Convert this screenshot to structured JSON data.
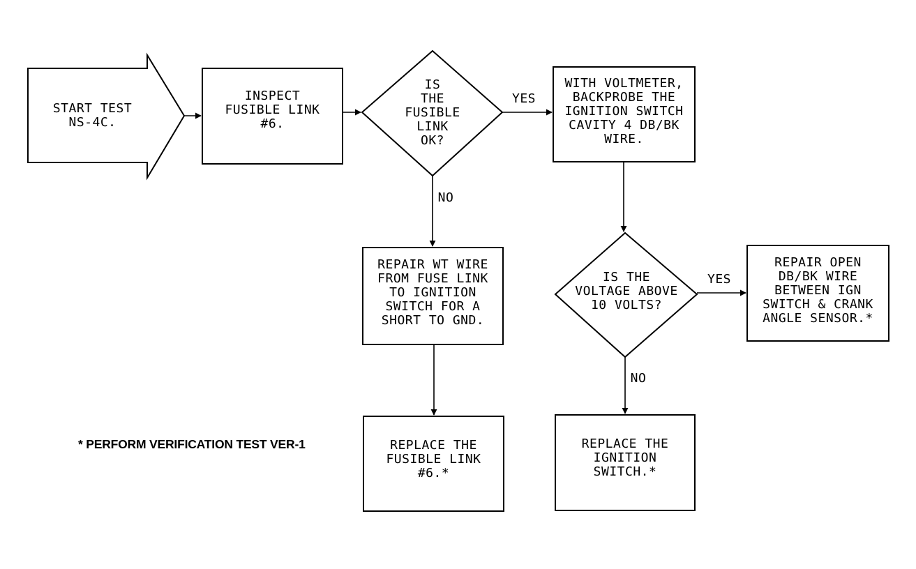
{
  "nodes": {
    "start": "START TEST\nNS-4C.",
    "inspect": "INSPECT\nFUSIBLE LINK\n#6.",
    "decision_fusible": "IS\nTHE\nFUSIBLE\nLINK\nOK?",
    "voltmeter": "WITH VOLTMETER,\nBACKPROBE THE\nIGNITION SWITCH\nCAVITY 4 DB/BK\nWIRE.",
    "repair_wt": "REPAIR WT WIRE\nFROM FUSE LINK\nTO IGNITION\nSWITCH FOR A\nSHORT TO GND.",
    "decision_voltage": "IS THE\nVOLTAGE ABOVE\n10 VOLTS?",
    "repair_open": "REPAIR OPEN\nDB/BK WIRE\nBETWEEN IGN\nSWITCH & CRANK\nANGLE SENSOR.*",
    "replace_link": "REPLACE THE\nFUSIBLE LINK\n#6.*",
    "replace_switch": "REPLACE THE\nIGNITION\nSWITCH.*"
  },
  "edges": {
    "fusible_yes": "YES",
    "fusible_no": "NO",
    "voltage_yes": "YES",
    "voltage_no": "NO"
  },
  "footnote": "* PERFORM VERIFICATION TEST VER-1"
}
